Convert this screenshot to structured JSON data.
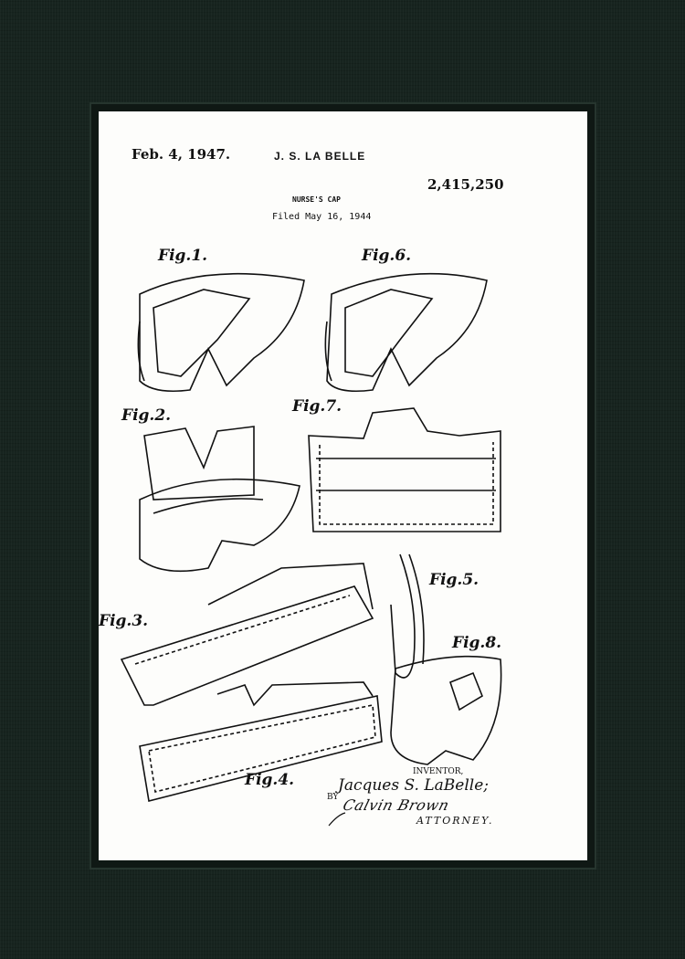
{
  "header": {
    "date": "Feb. 4, 1947.",
    "inventor_name": "J. S. LA BELLE",
    "patent_number": "2,415,250",
    "title": "NURSE'S CAP",
    "filed": "Filed May 16, 1944"
  },
  "figures": [
    "Fig.1.",
    "Fig.6.",
    "Fig.2.",
    "Fig.7.",
    "Fig.5.",
    "Fig.3.",
    "Fig.8.",
    "Fig.4."
  ],
  "footer": {
    "inventor_label": "INVENTOR,",
    "inventor_signature": "Jacques S. LaBelle;",
    "by_label": "BY",
    "attorney_signature": "Calvin Brown",
    "attorney_label": "ATTORNEY."
  },
  "colors": {
    "mat": "#17241f",
    "paper": "#fdfdfb",
    "ink": "#111111"
  }
}
